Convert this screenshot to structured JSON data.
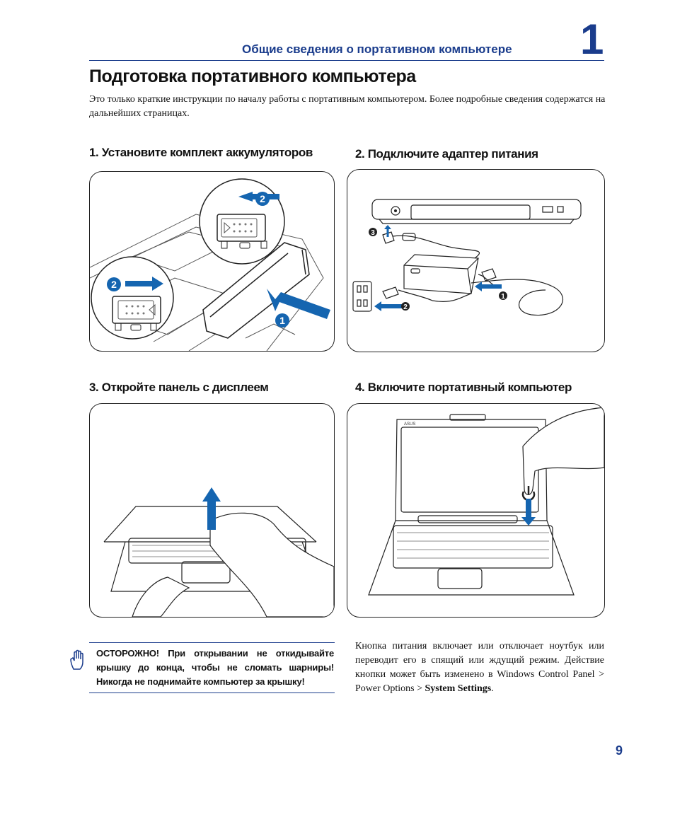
{
  "header": {
    "chapter_title": "Общие сведения о портативном компьютере",
    "chapter_number": "1"
  },
  "page_title": "Подготовка портативного компьютера",
  "intro": "Это только краткие инструкции по началу работы с портативным компьютером. Более подробные сведения содержатся на дальнейших страницах.",
  "steps": [
    {
      "title": "1. Установите комплект аккумуляторов"
    },
    {
      "title": "2. Подключите адаптер питания"
    },
    {
      "title": "3. Откройте панель с дисплеем"
    },
    {
      "title": "4. Включите портативный компьютер"
    }
  ],
  "callouts": {
    "one": "1",
    "two": "2",
    "three": "3"
  },
  "caution": {
    "label": "ОСТОРОЖНО!",
    "text": " При открывании не откидывайте крышку до конца, чтобы не сломать шарниры! Никогда не поднимайте компьютер за крышку!"
  },
  "power_note": {
    "text": "Кнопка питания включает или отключает ноутбук или переводит его в спящий или ждущий режим. Действие кнопки может быть изменено в Windows Control Panel > Power Options > ",
    "bold": "System Settings",
    "end": "."
  },
  "brand_logo": "ASUS",
  "page_number": "9",
  "colors": {
    "accent": "#1a3c8c",
    "arrow_blue": "#1565b0"
  },
  "icons": [
    "caution-hand-icon",
    "power-icon"
  ]
}
